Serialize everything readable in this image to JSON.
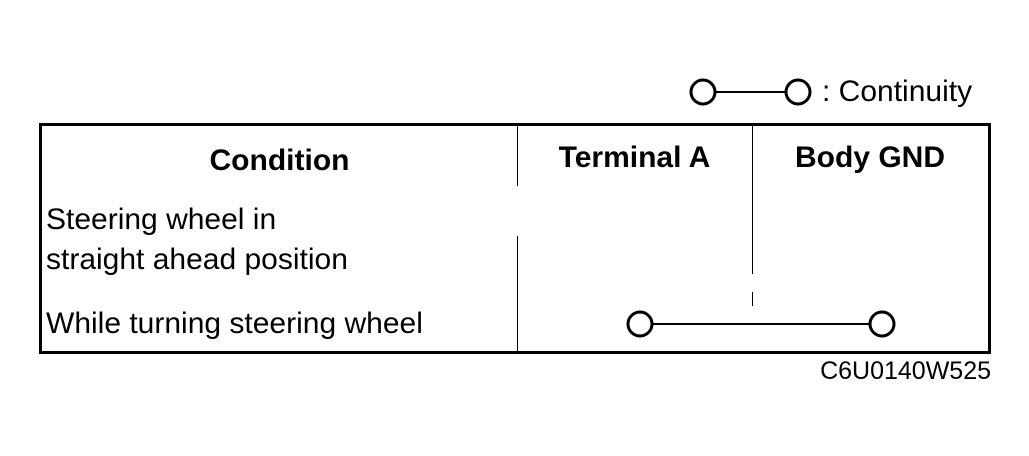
{
  "legend": {
    "symbol_icon": "continuity-symbol-icon",
    "label": ": Continuity"
  },
  "table": {
    "headers": {
      "condition": "Condition",
      "terminal_a": "Terminal A",
      "body_gnd": "Body GND"
    },
    "rows": [
      {
        "condition_line1": "Steering wheel in",
        "condition_line2": "straight ahead position",
        "continuity": false
      },
      {
        "condition": "While turning steering wheel",
        "continuity": true
      }
    ]
  },
  "figure_code": "C6U0140W525"
}
